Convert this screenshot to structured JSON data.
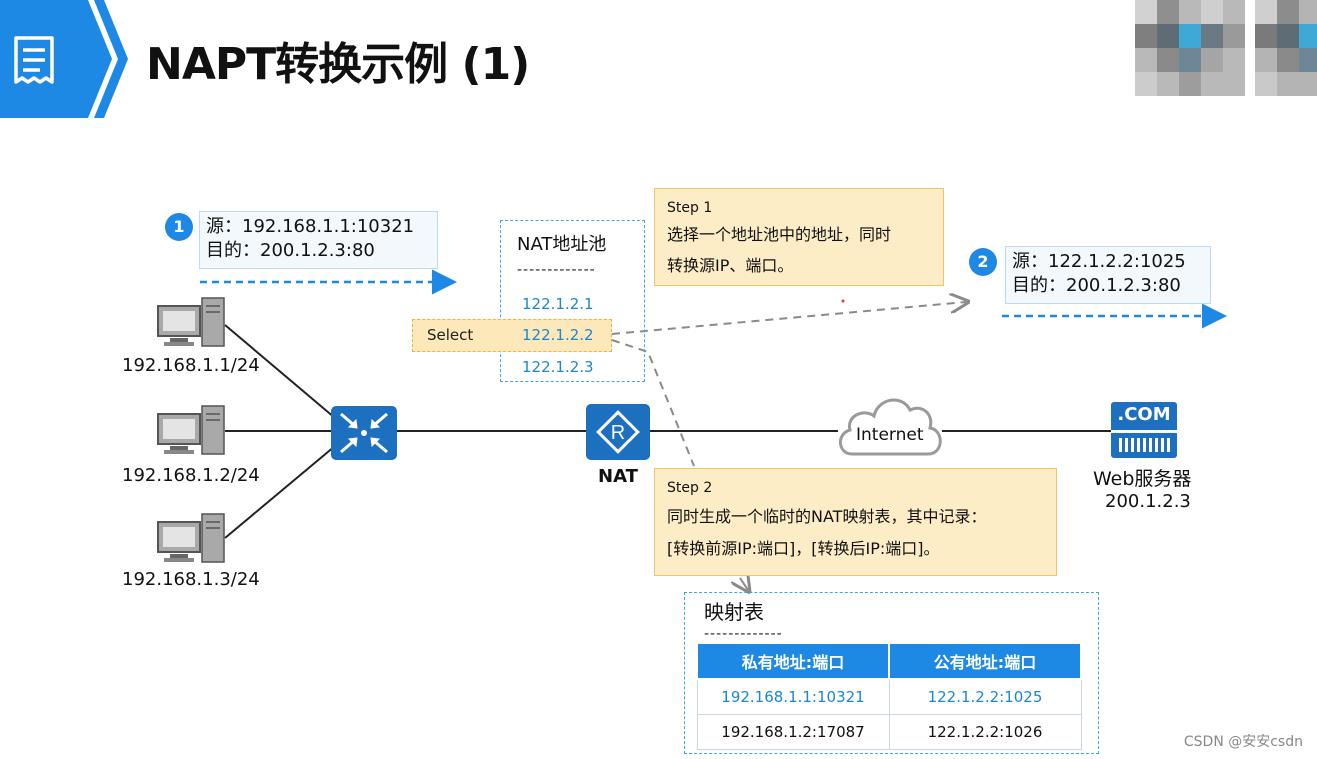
{
  "header": {
    "title": "NAPT转换示例 (1)"
  },
  "colors": {
    "accent": "#1e88e5",
    "step_note_bg": "#fdedc6",
    "select_bg": "#fde8b9",
    "highlight_text": "#1b87d3"
  },
  "packet_before": {
    "badge": "1",
    "src": "源：192.168.1.1:10321",
    "dst": "目的：200.1.2.3:80"
  },
  "packet_after": {
    "badge": "2",
    "src": "源：122.1.2.2:1025",
    "dst": "目的：200.1.2.3:80"
  },
  "nat_pool": {
    "title": "NAT地址池",
    "separator": "-------------",
    "addresses": [
      "122.1.2.1",
      "122.1.2.2",
      "122.1.2.3"
    ],
    "select_label": "Select"
  },
  "step1": {
    "heading": "Step 1",
    "line1": "选择一个地址池中的地址，同时",
    "line2": "转换源IP、端口。"
  },
  "step2": {
    "heading": "Step 2",
    "line1": "同时生成一个临时的NAT映射表，其中记录：",
    "line2": "[转换前源IP:端口]，[转换后IP:端口]。"
  },
  "hosts": [
    {
      "label": "192.168.1.1/24",
      "icon": "pc-icon"
    },
    {
      "label": "192.168.1.2/24",
      "icon": "pc-icon"
    },
    {
      "label": "192.168.1.3/24",
      "icon": "pc-icon"
    }
  ],
  "devices": {
    "switch_icon": "switch-icon",
    "nat_label": "NAT",
    "internet_label": "Internet",
    "server_badge": ".COM",
    "server_name": "Web服务器",
    "server_ip": "200.1.2.3"
  },
  "mapping_table": {
    "title": "映射表",
    "separator": "-------------",
    "headers": [
      "私有地址:端口",
      "公有地址:端口"
    ],
    "rows": [
      [
        "192.168.1.1:10321",
        "122.1.2.2:1025"
      ],
      [
        "192.168.1.2:17087",
        "122.1.2.2:1026"
      ]
    ]
  },
  "watermark": "CSDN @安安csdn"
}
